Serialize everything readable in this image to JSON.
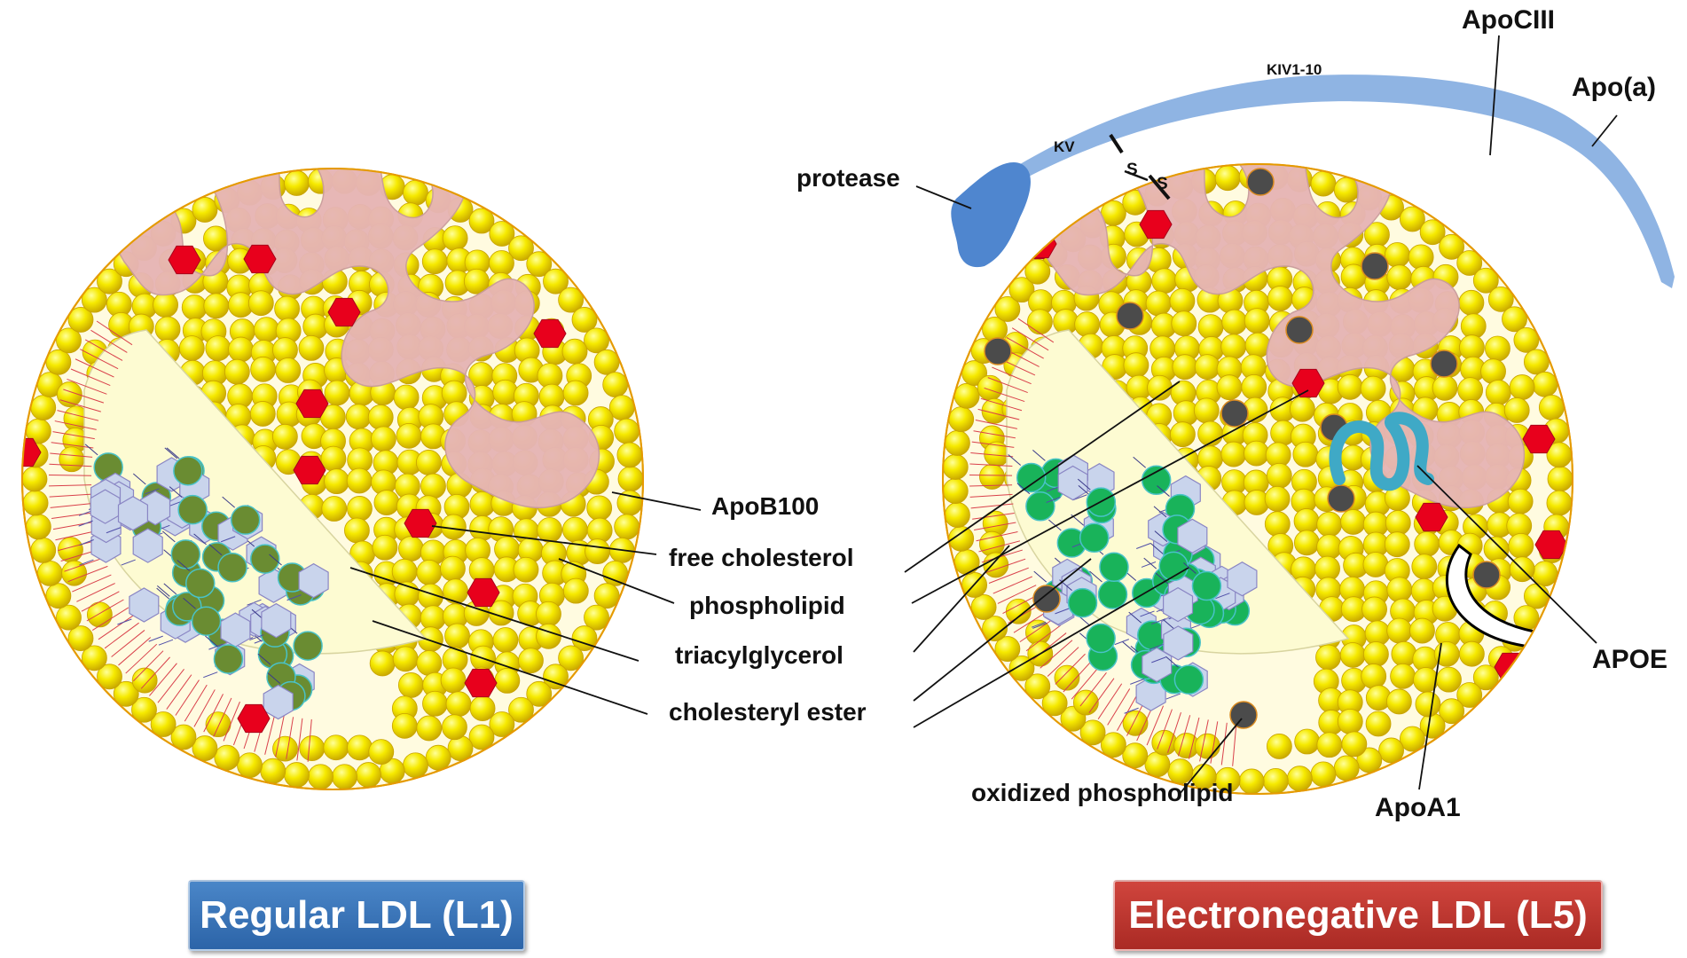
{
  "labels": {
    "apob100": "ApoB100",
    "free_cholesterol": "free cholesterol",
    "phospholipid": "phospholipid",
    "triacylglycerol": "triacylglycerol",
    "cholesteryl_ester": "cholesteryl ester",
    "protease": "protease",
    "kiv": "KIV1-10",
    "kv": "KV",
    "s1": "S",
    "s2": "S",
    "apociii": "ApoCIII",
    "apoa": "Apo(a)",
    "apoe": "APOE",
    "apoa1": "ApoA1",
    "oxidized_phospholipid": "oxidized phospholipid"
  },
  "captions": {
    "regular": "Regular LDL (L1)",
    "electronegative": "Electronegative LDL (L5)"
  },
  "colors": {
    "phospholipid_head": "#f2e600",
    "free_cholesterol": "#e8001c",
    "apob100": "#e6b5b5",
    "core": "#fdfbd2",
    "triacylglycerol": "#c9d4ec",
    "cholesteryl_ester_l1": "#6a8c32",
    "cholesteryl_ester_l5": "#19b35a",
    "oxidized_phospholipid": "#4b4b4b",
    "apoa_chain": "#8fb4e3",
    "protease": "#4f86cf",
    "apoe": "#3fa9c6",
    "l1_caption": "#3572b8",
    "l5_caption": "#c0362f"
  }
}
